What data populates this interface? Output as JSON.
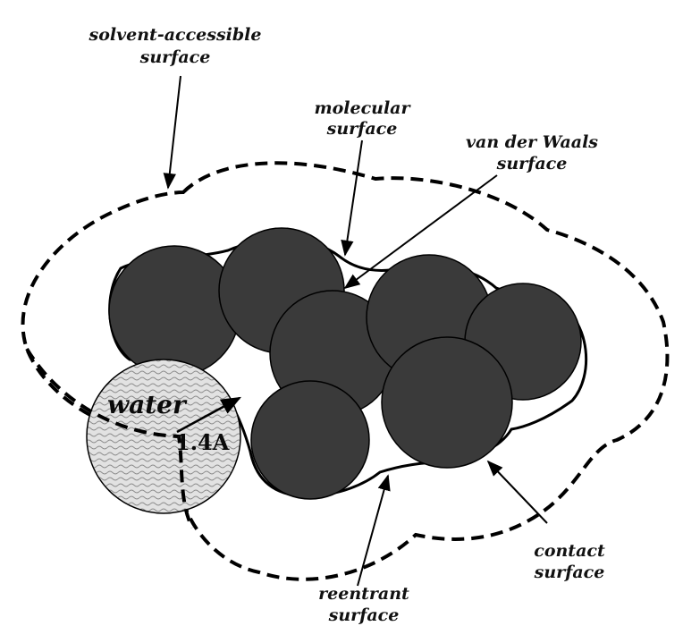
{
  "labels": {
    "solvent_accessible_line1": "solvent-accessible",
    "solvent_accessible_line2": "surface",
    "molecular_line1": "molecular",
    "molecular_line2": "surface",
    "vdw_line1": "van der Waals",
    "vdw_line2": "surface",
    "contact_line1": "contact",
    "contact_line2": "surface",
    "reentrant_line1": "reentrant",
    "reentrant_line2": "surface",
    "water": "water",
    "radius": "1.4A"
  },
  "colors": {
    "atom_fill": "#3a3a3a",
    "outline": "#000000",
    "water_fill": "#e2e2e2",
    "background": "#ffffff"
  }
}
